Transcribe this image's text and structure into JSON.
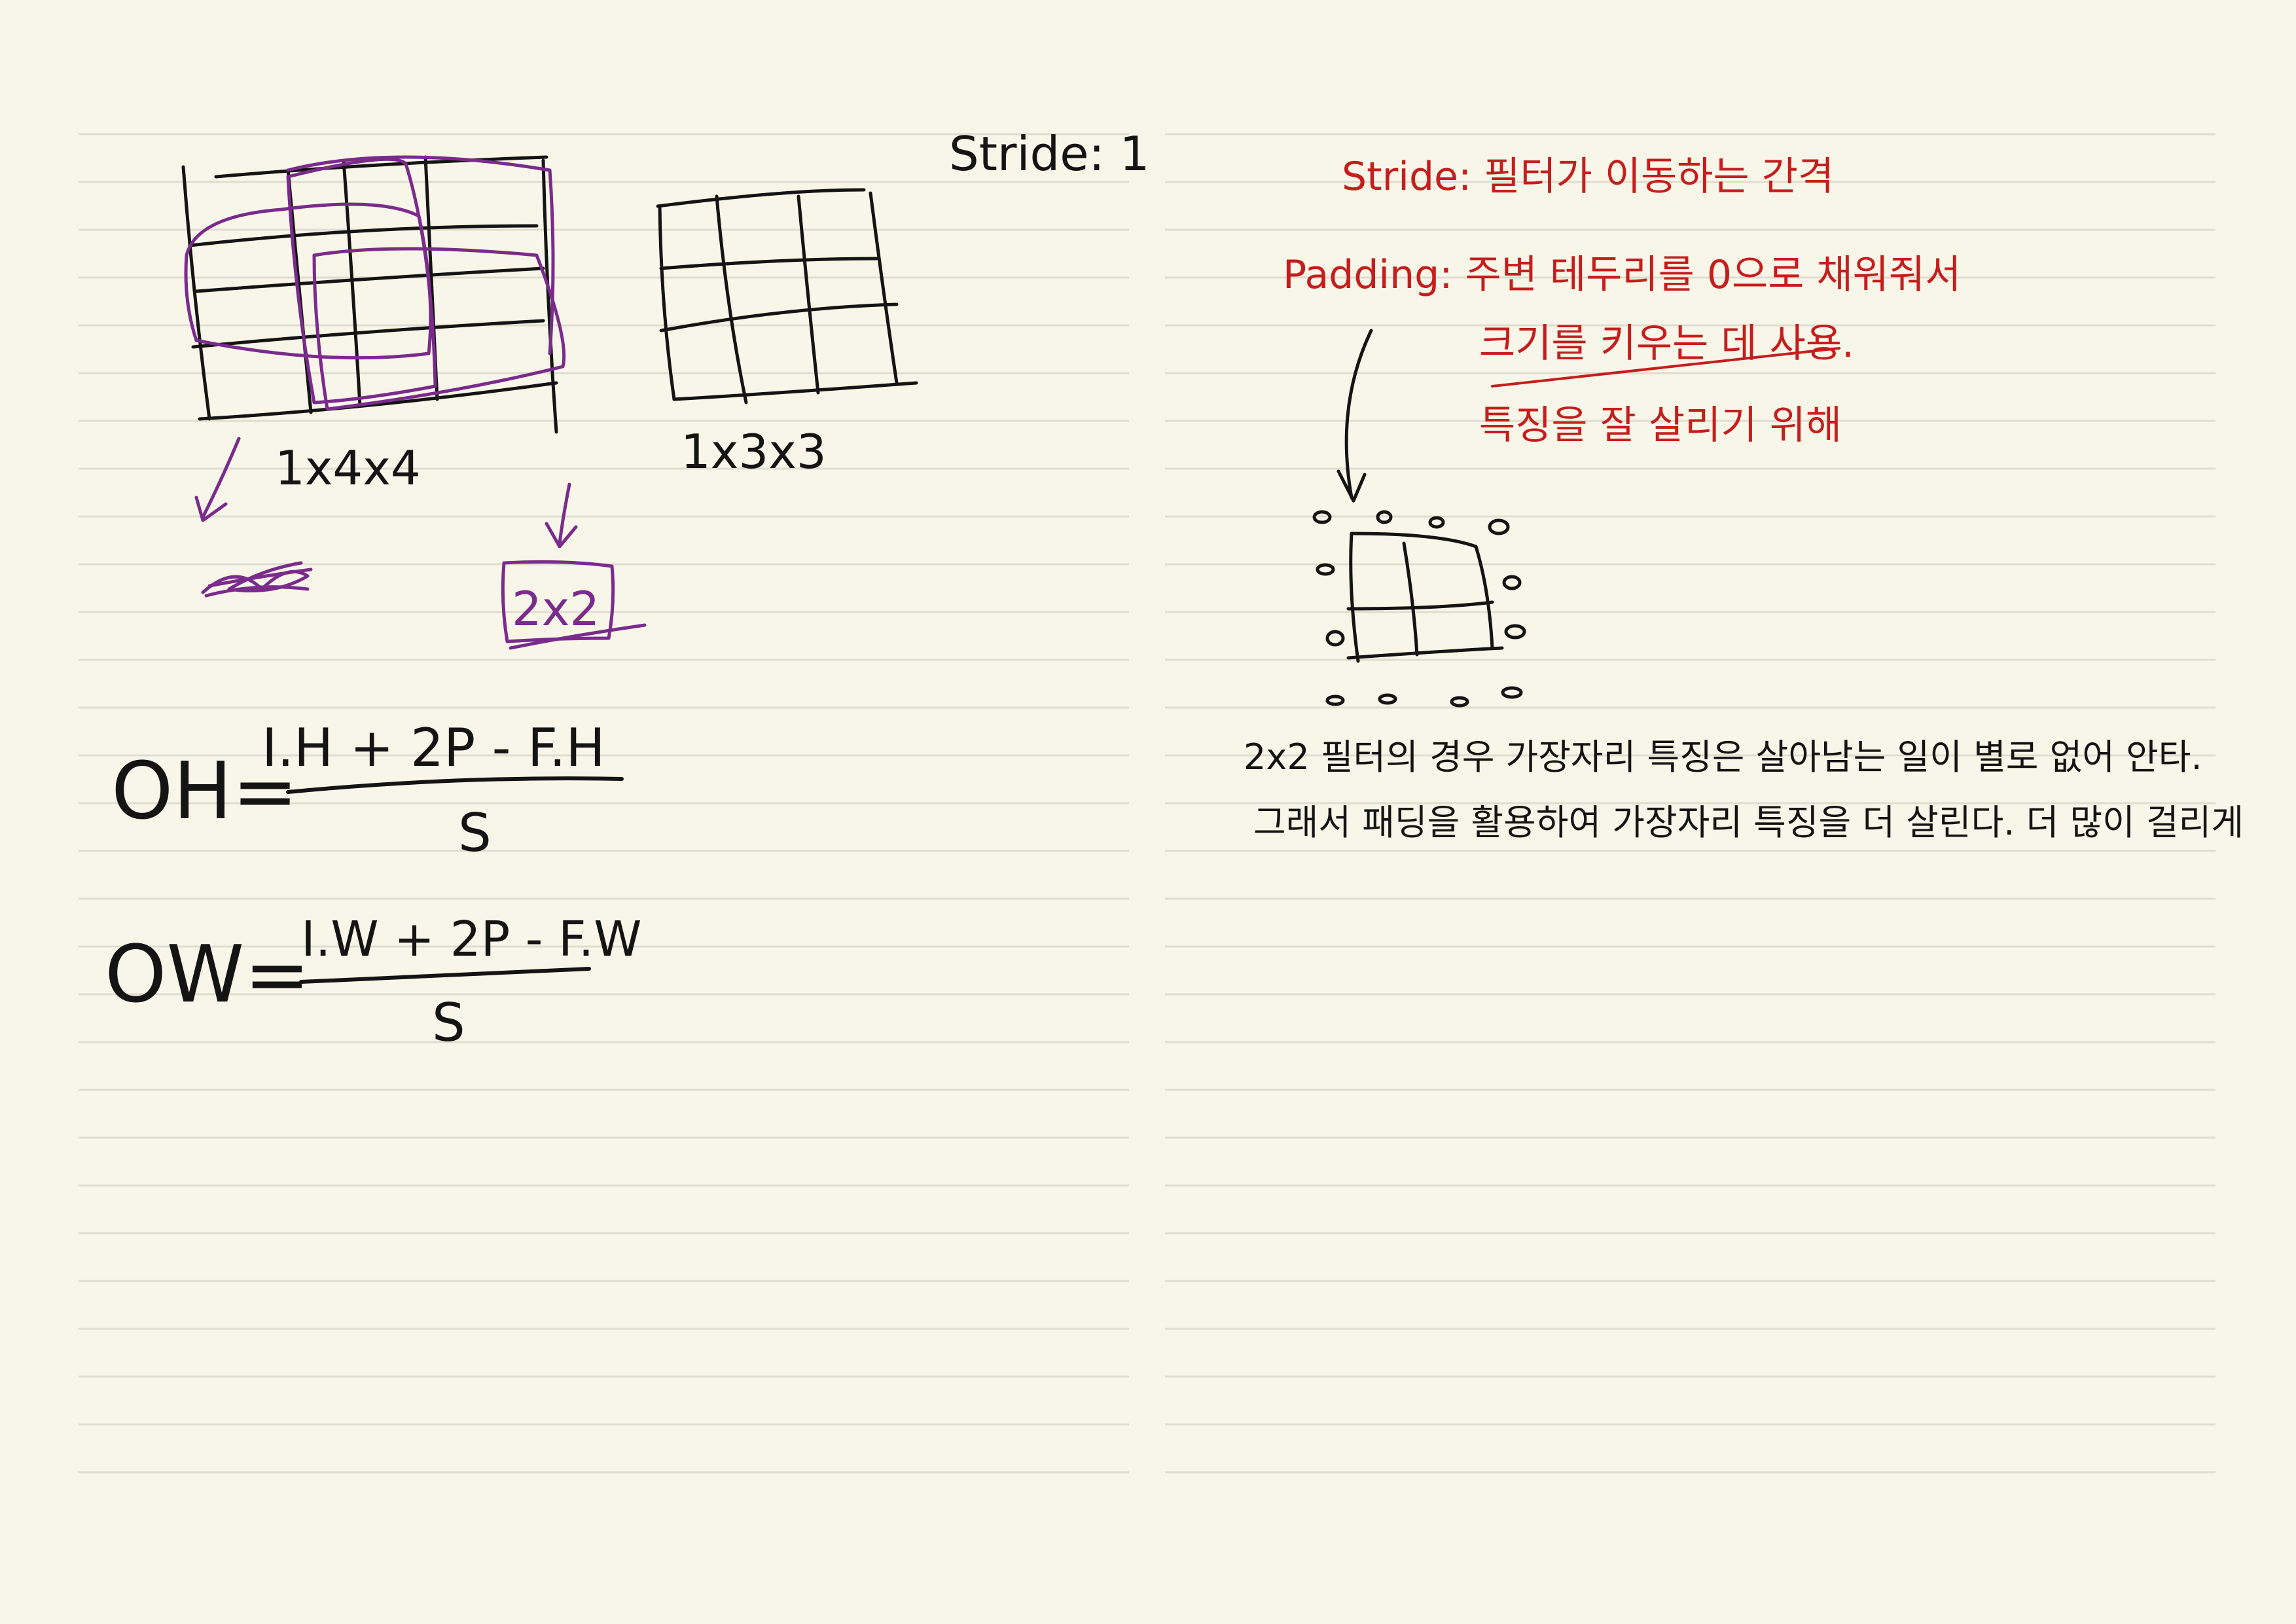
{
  "notes": {
    "stride_value": "Stride: 1",
    "input_label": "1x4x4",
    "filter_label": "1x3x3",
    "output_label": "2x2",
    "formula_oh": {
      "lhs": "OH=",
      "numerator": "I.H + 2P - F.H",
      "denominator": "S"
    },
    "formula_ow": {
      "lhs": "OW=",
      "numerator": "I.W + 2P - F.W",
      "denominator": "S"
    },
    "stride_def": "Stride: 필터가 이동하는 간격",
    "padding_def": "Padding: 주변 테두리를 0으로 채워줘서",
    "padding_def_2": "크기를 키우는 데 사용.",
    "padding_def_3": "특징을 잘 살리기 위해",
    "note_line_1": "2x2 필터의 경우 가장자리 특징은 살아남는 일이 별로 없어 안타.",
    "note_line_2": "그래서 패딩을 활용하여 가장자리 특징을 더 살린다. 더 많이 걸리게"
  },
  "colors": {
    "paper": "#f8f6e8",
    "rule": "#deddd0",
    "black_ink": "#141414",
    "purple_ink": "#7a2b8c",
    "red_ink": "#c61d1d"
  }
}
